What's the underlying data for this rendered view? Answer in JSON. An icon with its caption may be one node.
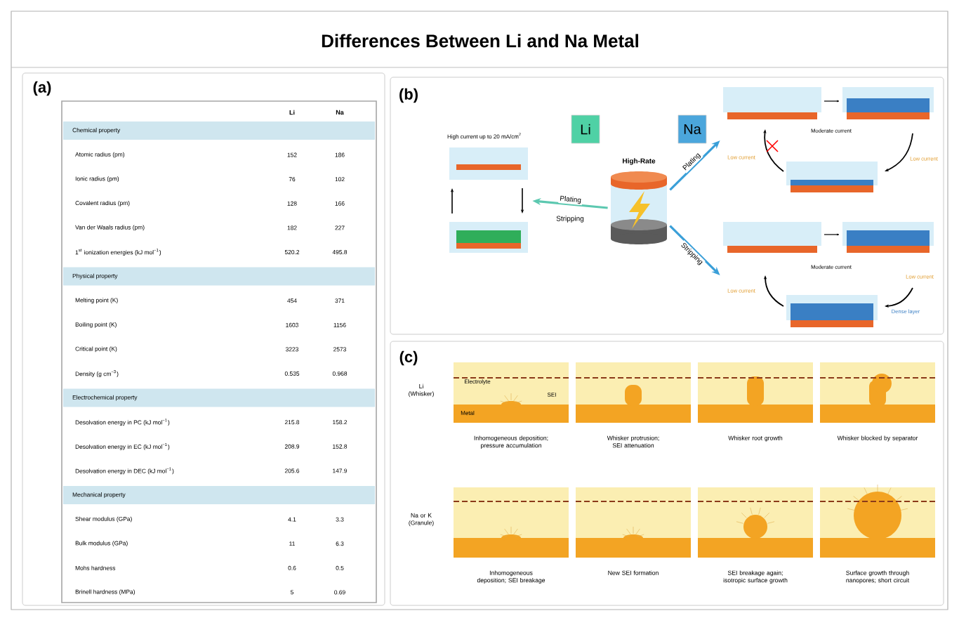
{
  "diagram": {
    "title": "Differences Between Li and Na Metal",
    "nodes": [
      {
        "text": [
          "High-Rate"
        ]
      },
      {
        "text": [
          "High current up to 20 mA/cm$^{2}$"
        ]
      },
      {
        "text": [],
        "shape": "picture"
      },
      {
        "text": [],
        "shape": "picture"
      }
    ],
    "edges": [
      {
        "from": 0,
        "to": 1,
        "arrow": "to",
        "label": "Plating",
        "color": "#5cc8b0"
      },
      {
        "from": 0,
        "to": 2,
        "arrow": "to",
        "label": "Plating"
      },
      {
        "from": 0,
        "to": 3,
        "arrow": "to",
        "label": "Stripping"
      }
    ],
    "labels": [
      "(a)",
      "Li",
      "Na",
      "Chemical property",
      "Atomic radius (pm)",
      "152",
      "186",
      "Ionic radius (pm)",
      "76",
      "102",
      "Covalent radius (pm)",
      "128",
      "166",
      "Van der Waals radius (pm)",
      "182",
      "227",
      "1$^{st}$ ionization energies (kJ mol$^{−1}$)",
      "520.2",
      "495.8",
      "Physical property",
      "Melting point (K)",
      "454",
      "371",
      "Boiling point (K)",
      "1603",
      "1156",
      "Critical point (K)",
      "3223",
      "2573",
      "Density (g cm$^{−3}$)",
      "0.535",
      "0.968",
      "Electrochemical property",
      "Desolvation energy in PC (kJ mol$^{−1}$)",
      "215.8",
      "158.2",
      "Desolvation energy in EC (kJ mol$^{−1}$)",
      "208.9",
      "152.8",
      "Desolvation energy in DEC (kJ mol$^{−1}$)",
      "205.6",
      "147.9",
      "Mechanical property",
      "Shear modulus (GPa)",
      "4.1",
      "3.3",
      "Bulk modulus (GPa)",
      "11",
      "6.3",
      "Mohs hardness",
      "0.6",
      "0.5",
      "Brinell hardness (MPa)",
      "5",
      "0.69",
      "(b)",
      "Li",
      "Na",
      "Stripping",
      "Moderate current",
      "Low current",
      "Low current",
      "Moderate current",
      "Low current",
      "Low current",
      "Dense layer",
      "(c)",
      "Li (Whisker)",
      "Electrolyte",
      "SEI",
      "Metal",
      "Inhomogeneous deposition; pressure accumulation",
      "Whisker protrusion; SEI attenuation",
      "Whisker root growth",
      "Whisker blocked by separator",
      "Na or K (Granule)",
      "Inhomogeneous deposition; SEI breakage",
      "New SEI formation",
      "SEI breakage again; isotropic surface growth",
      "Surface growth through nanopores; short circuit"
    ]
  }
}
